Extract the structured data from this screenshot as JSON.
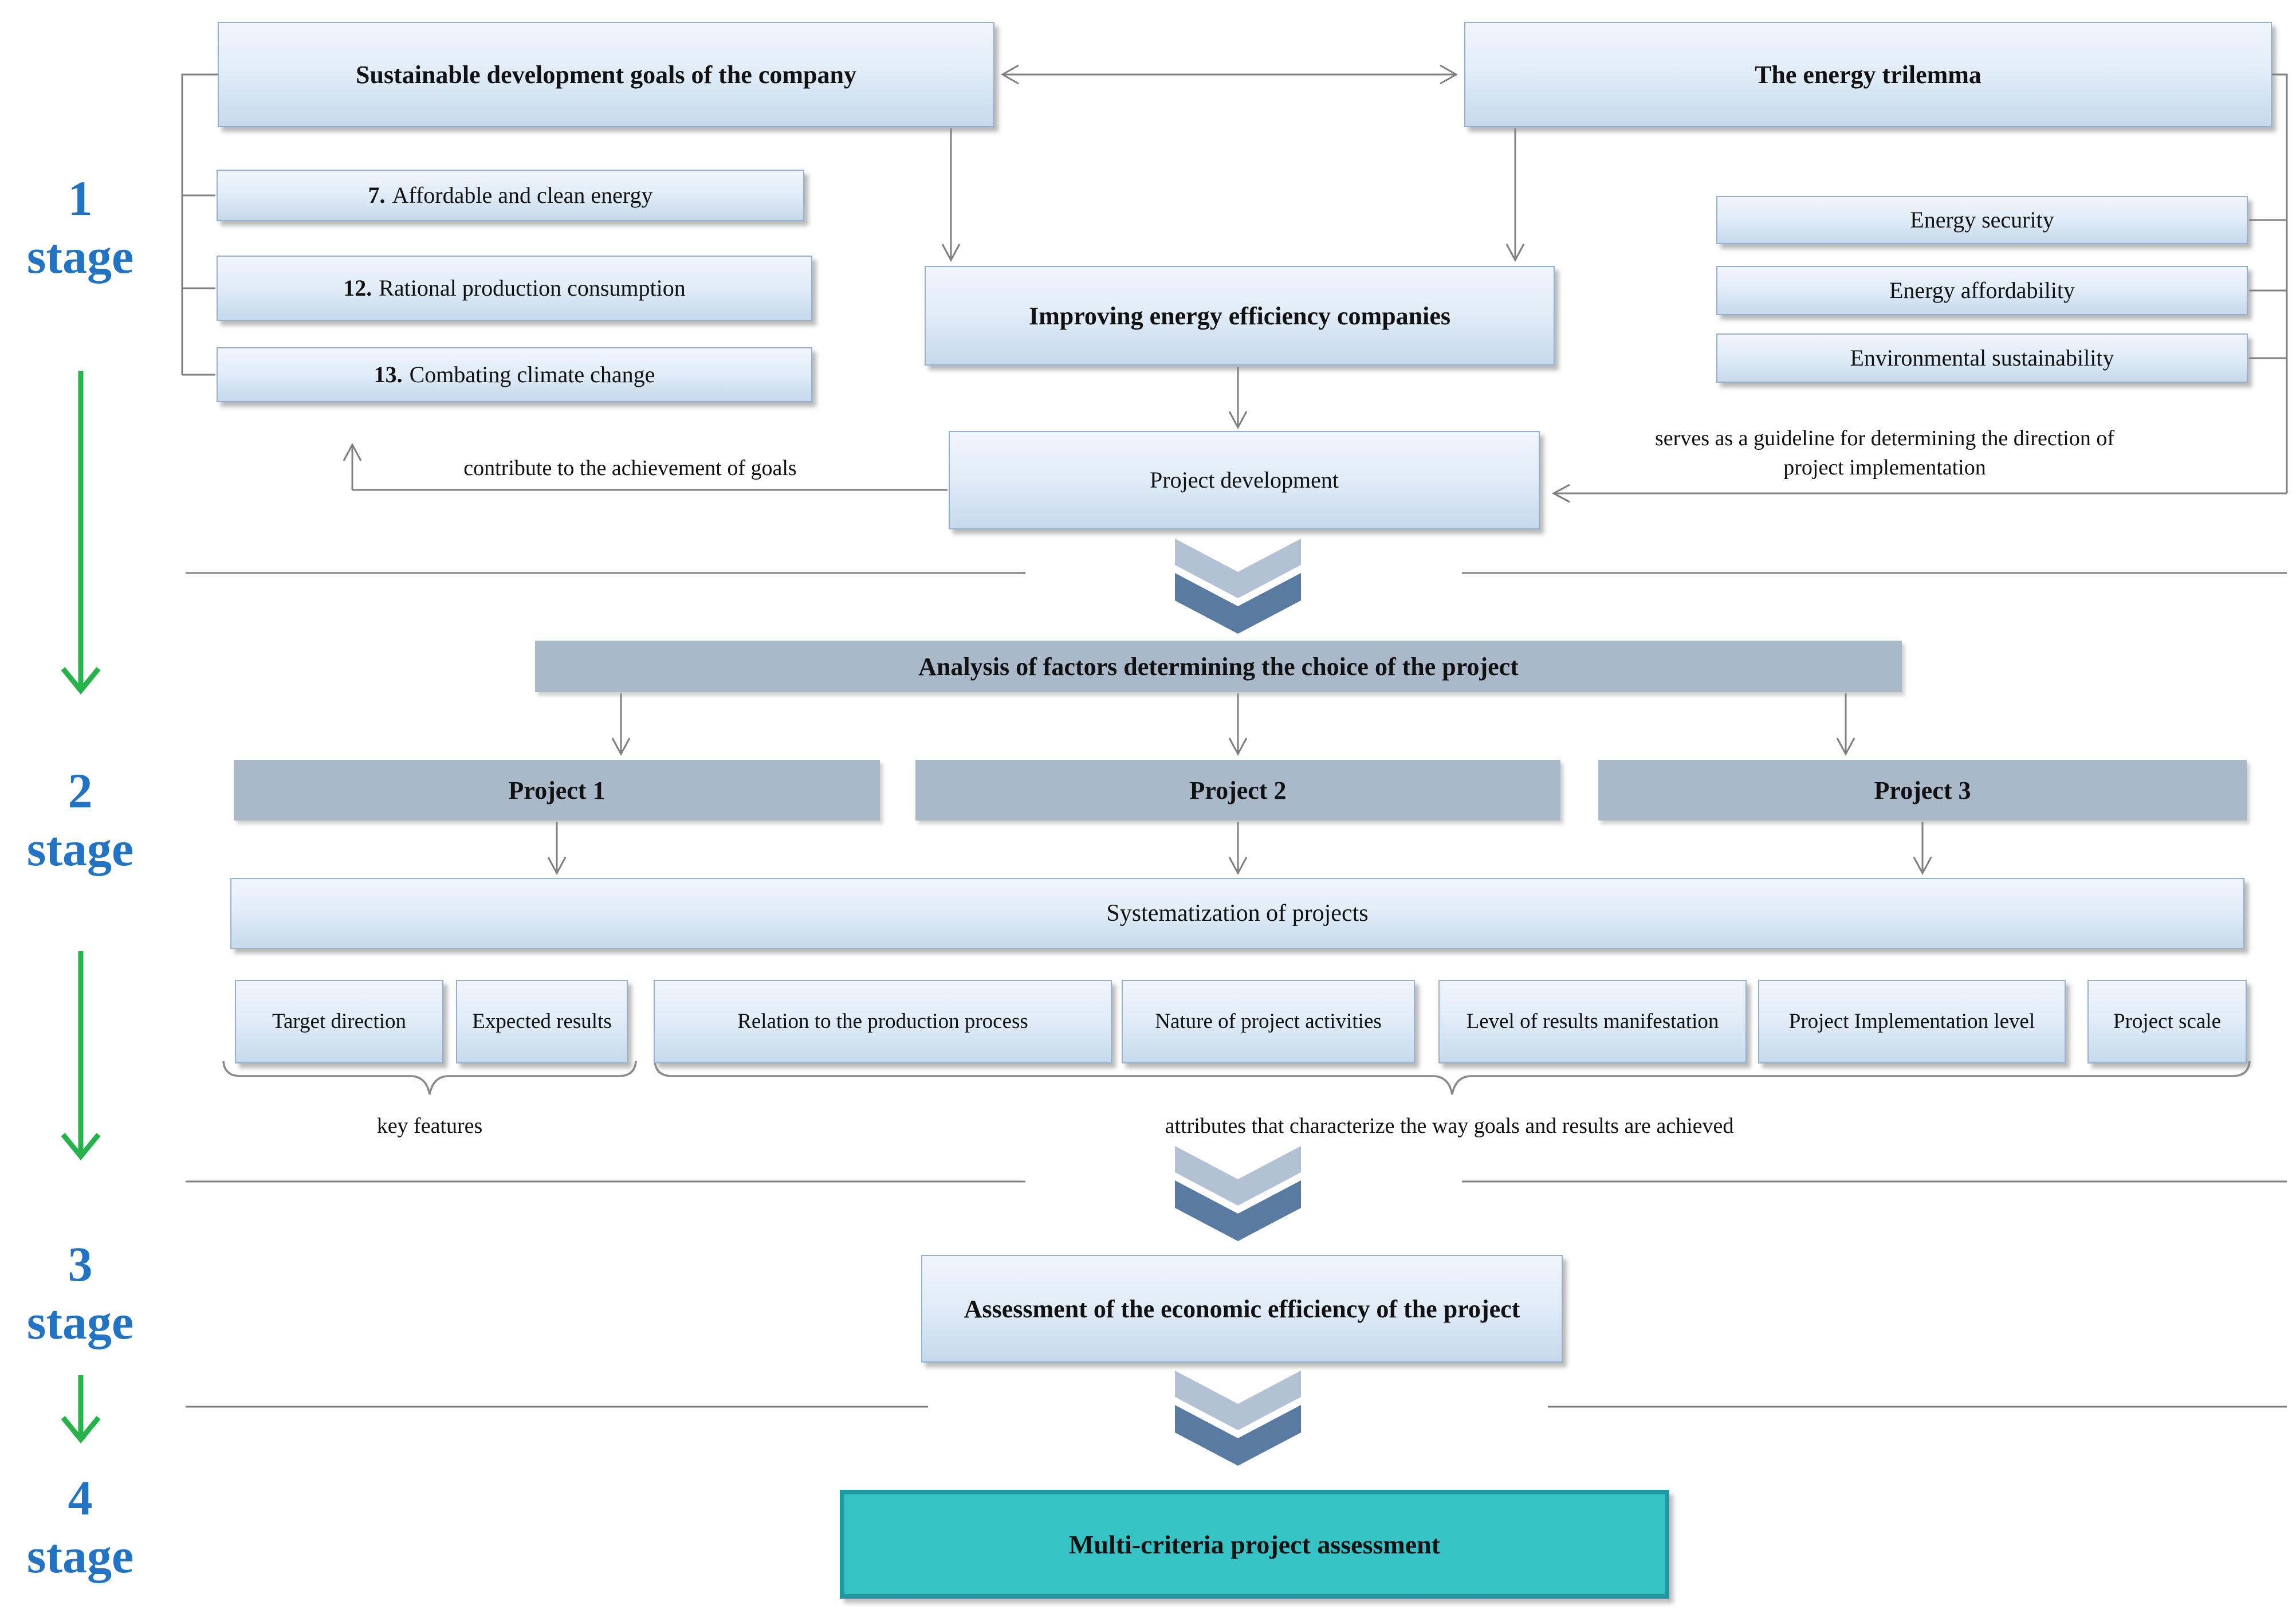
{
  "stage_rail": {
    "stages": [
      {
        "num": "1",
        "word": "stage"
      },
      {
        "num": "2",
        "word": "stage"
      },
      {
        "num": "3",
        "word": "stage"
      },
      {
        "num": "4",
        "word": "stage"
      }
    ]
  },
  "stage1": {
    "sdg_box": "Sustainable development goals of the company",
    "trilemma_box": "The energy trilemma",
    "goals": [
      {
        "num": "7.",
        "text": "Affordable and clean energy"
      },
      {
        "num": "12.",
        "text": "Rational production consumption"
      },
      {
        "num": "13.",
        "text": "Combating climate change"
      }
    ],
    "trilemma_items": [
      "Energy security",
      "Energy affordability",
      "Environmental sustainability"
    ],
    "improving_box": "Improving energy efficiency companies",
    "project_dev_box": "Project development",
    "left_note": "contribute to the achievement of goals",
    "right_note": "serves as a guideline for determining the direction of project implementation"
  },
  "stage2": {
    "analysis_bar": "Analysis of factors determining the choice of the project",
    "projects": [
      "Project 1",
      "Project 2",
      "Project 3"
    ],
    "systematization_box": "Systematization of projects",
    "attributes": [
      "Target direction",
      "Expected results",
      "Relation to the production process",
      "Nature of project activities",
      "Level of results manifestation",
      "Project Implementation level",
      "Project scale"
    ],
    "key_features_label": "key features",
    "attributes_label": "attributes that characterize the way goals and results are achieved"
  },
  "stage3": {
    "assessment_box": "Assessment of the economic efficiency of the project"
  },
  "stage4": {
    "multicriteria_box": "Multi-criteria project assessment"
  },
  "colors": {
    "box_blue_top": "#f0f5fb",
    "box_blue_bottom": "#c6d9ec",
    "box_border": "#96b1cf",
    "bar_gray": "#a9b9ca",
    "teal_fill": "#35c3c5",
    "teal_border": "#1e99a1",
    "stage_blue": "#2273c4",
    "arrow_green": "#27b24b",
    "chevron_light": "#b2c1d3",
    "chevron_dark": "#597ba1",
    "connector_gray": "#7f7f7f"
  }
}
